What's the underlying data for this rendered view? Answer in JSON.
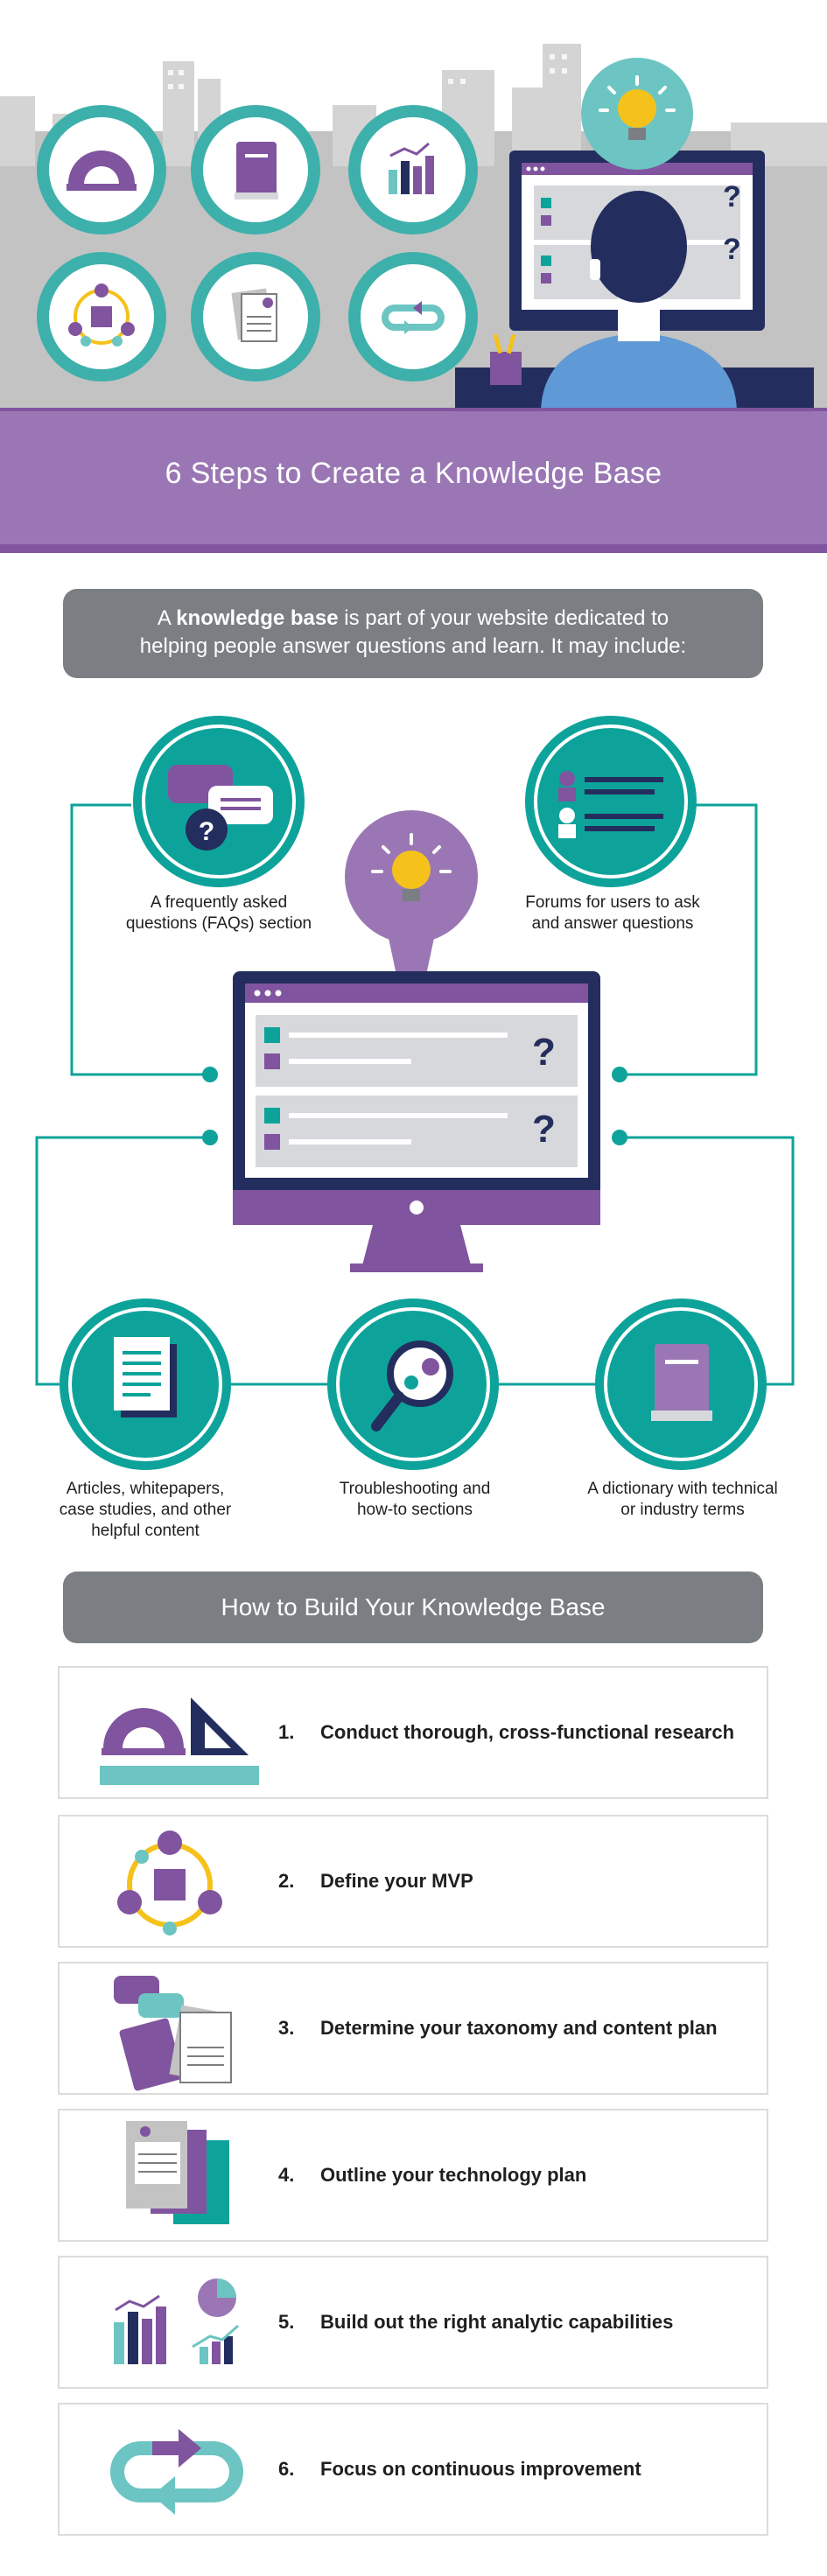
{
  "hero": {
    "title": "6 Steps to Create a Knowledge Base",
    "icons": [
      "protractor-icon",
      "book-icon",
      "bar-chart-icon",
      "cube-network-icon",
      "document-gear-icon",
      "cycle-arrows-icon"
    ],
    "monitor": {
      "question_marks": [
        "?",
        "?"
      ]
    }
  },
  "intro": {
    "prefix": "A ",
    "bold": "knowledge base",
    "line1_rest": " is part of your website dedicated to",
    "line2": "helping people answer questions and learn. It may include:"
  },
  "features": [
    {
      "icon": "chat-question-icon",
      "line1": "A frequently asked",
      "line2": "questions (FAQs) section"
    },
    {
      "icon": "forum-users-icon",
      "line1": "Forums for users to ask",
      "line2": "and answer questions"
    },
    {
      "icon": "documents-icon",
      "line1": "Articles, whitepapers,",
      "line2": "case studies, and other",
      "line3": "helpful content"
    },
    {
      "icon": "magnifier-gears-icon",
      "line1": "Troubleshooting and",
      "line2": "how-to sections"
    },
    {
      "icon": "book-icon",
      "line1": "A dictionary with technical",
      "line2": "or industry terms"
    }
  ],
  "center_monitor": {
    "question_marks": [
      "?",
      "?"
    ]
  },
  "build": {
    "title": "How to Build Your Knowledge Base",
    "steps": [
      {
        "num": "1.",
        "text": "Conduct thorough, cross-functional research",
        "icon": "ruler-protractor-icon"
      },
      {
        "num": "2.",
        "text": "Define your MVP",
        "icon": "cube-network-icon"
      },
      {
        "num": "3.",
        "text": "Determine your taxonomy and content plan",
        "icon": "book-chat-document-icon"
      },
      {
        "num": "4.",
        "text": "Outline your technology plan",
        "icon": "document-stack-icon"
      },
      {
        "num": "5.",
        "text": "Build out the right analytic capabilities",
        "icon": "analytics-charts-icon"
      },
      {
        "num": "6.",
        "text": "Focus on continuous improvement",
        "icon": "cycle-arrows-icon"
      }
    ]
  },
  "colors": {
    "teal": "#0ea39a",
    "teal_light": "#6cc5c2",
    "purple": "#80549e",
    "purple_light": "#9a77b4",
    "navy": "#232d5e",
    "gray_box": "#7b7f83",
    "yellow": "#f5c21b"
  }
}
